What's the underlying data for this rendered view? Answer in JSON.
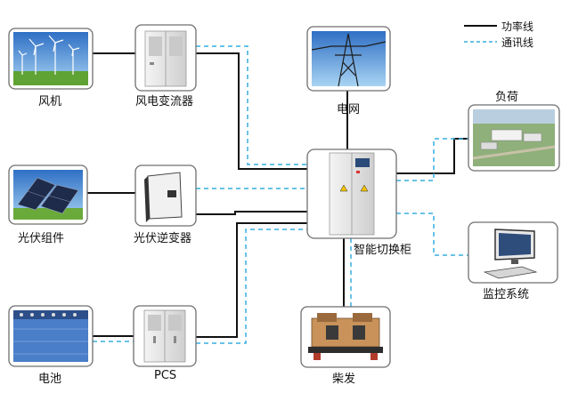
{
  "legend": {
    "power_line": "功率线",
    "comm_line": "通讯线"
  },
  "nodes": {
    "wind_turbine": "风机",
    "wind_converter": "风电变流器",
    "grid": "电网",
    "load": "负荷",
    "pv_module": "光伏组件",
    "pv_inverter": "光伏逆变器",
    "smart_switch_cabinet": "智能切换柜",
    "monitoring_system": "监控系统",
    "battery": "电池",
    "pcs": "PCS",
    "diesel_generator": "柴发"
  },
  "colors": {
    "power_line": "#111111",
    "comm_line": "#36aee0",
    "box_border": "#6f6f6f",
    "sky": "#4f8fd6",
    "grass": "#6aaa3a",
    "cabinet": "#e8e8e8",
    "panel": "#1e2b4a"
  }
}
